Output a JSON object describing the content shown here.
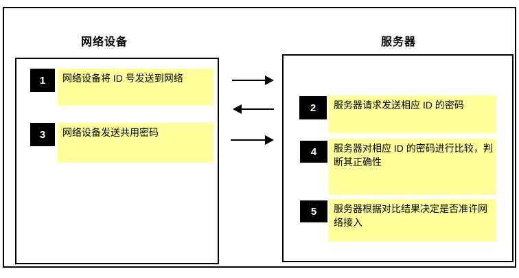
{
  "diagram": {
    "left_panel": {
      "title": "网络设备",
      "steps": [
        {
          "number": "1",
          "text": "网络设备将 ID 号发送到网络"
        },
        {
          "number": "3",
          "text": "网络设备发送共用密码"
        }
      ]
    },
    "right_panel": {
      "title": "服务器",
      "steps": [
        {
          "number": "2",
          "text": "服务器请求发送相应 ID 的密码"
        },
        {
          "number": "4",
          "text": "服务器对相应 ID 的密码进行比较，判断其正确性"
        },
        {
          "number": "5",
          "text": "服务器根据对比结果决定是否准许网络接入"
        }
      ]
    },
    "arrows": [
      {
        "direction": "right"
      },
      {
        "direction": "left"
      },
      {
        "direction": "right"
      }
    ],
    "colors": {
      "highlight": "#ffff99",
      "step_number_bg": "#000000",
      "step_number_fg": "#ffffff",
      "border": "#000000"
    }
  }
}
